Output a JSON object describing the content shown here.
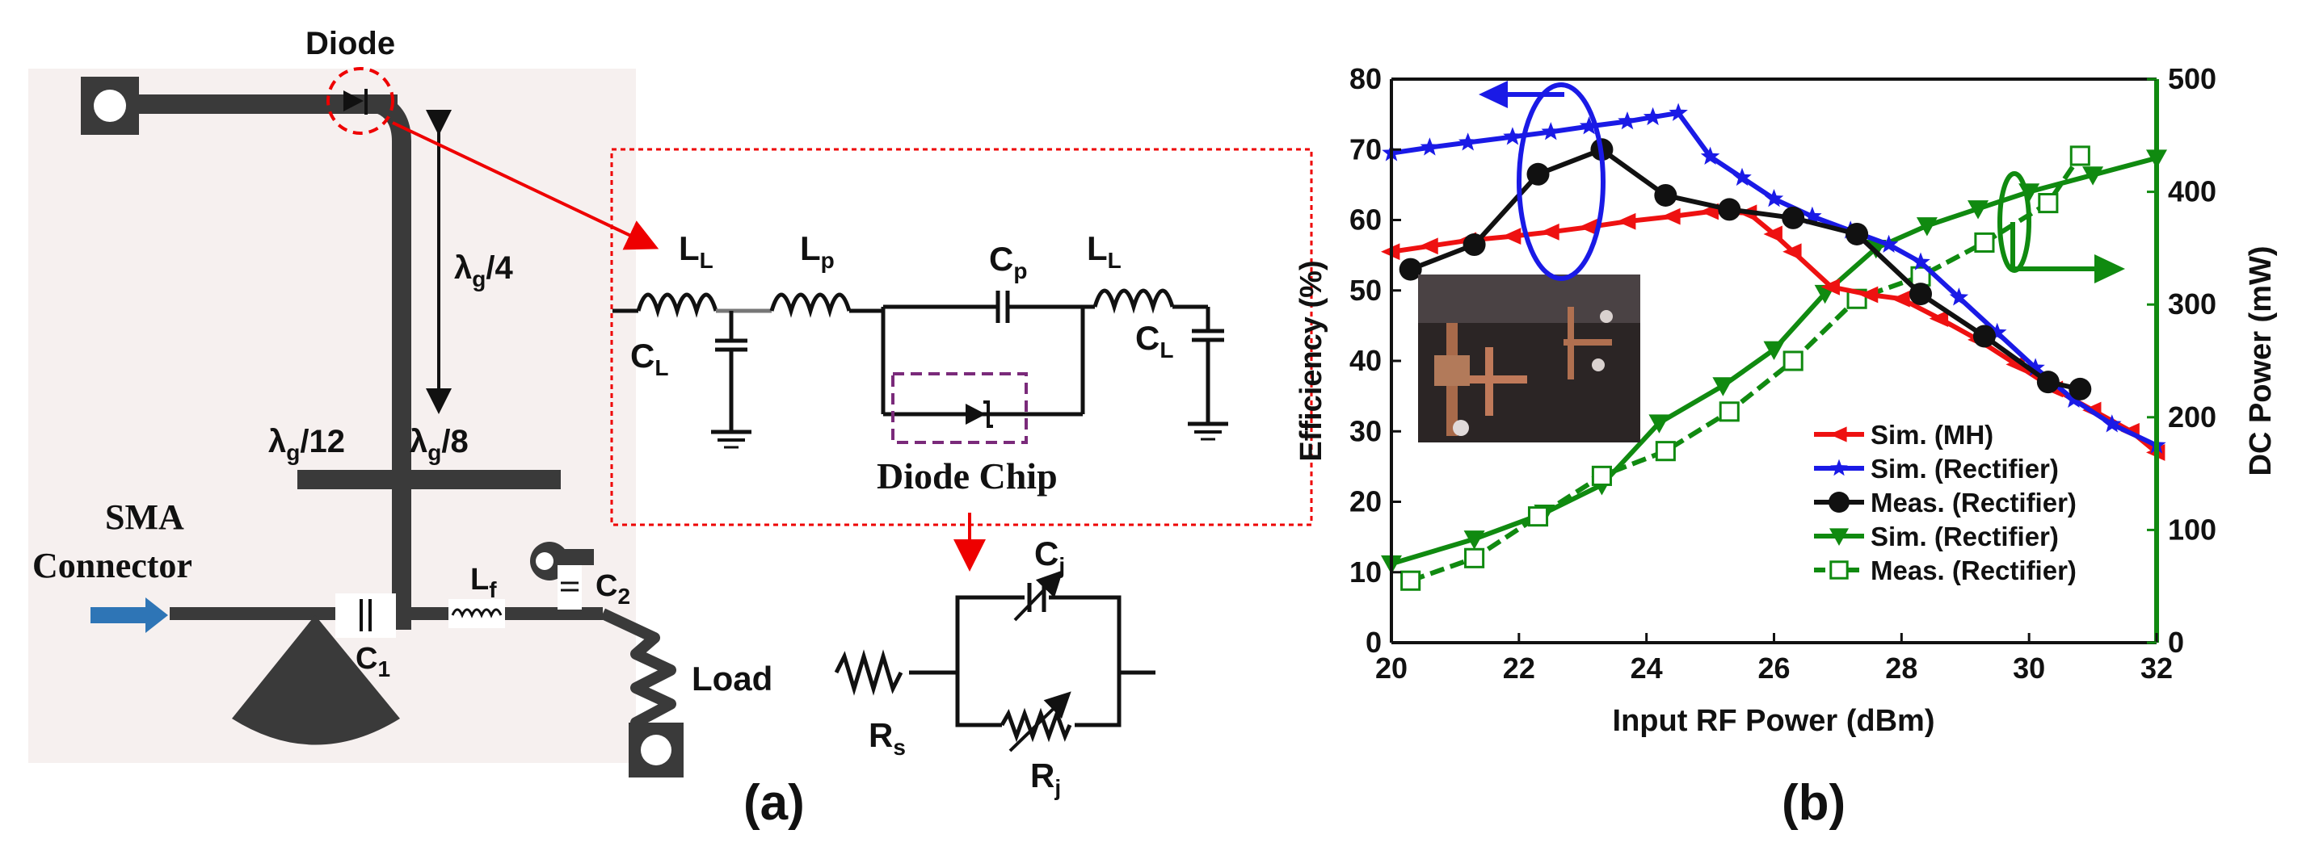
{
  "diagram": {
    "diode_label": "Diode",
    "lambda_4": "λg/4",
    "lambda_12": "λg/12",
    "lambda_8": "λg/8",
    "sma_line1": "SMA",
    "sma_line2": "Connector",
    "c1": "C1",
    "c2": "C2",
    "lf": "Lf",
    "load": "Load",
    "ll_1": "LL",
    "lp": "Lp",
    "cp": "Cp",
    "ll_2": "LL",
    "cl_1": "CL",
    "cl_2": "CL",
    "diode_chip": "Diode Chip",
    "cj": "Cj",
    "rs": "Rs",
    "rj": "Rj",
    "panel_a": "(a)",
    "panel_b": "(b)"
  },
  "chart_data": {
    "type": "line",
    "xlabel": "Input RF Power (dBm)",
    "ylabel_left": "Efficiency (%)",
    "ylabel_right": "DC Power (mW)",
    "xlim": [
      20,
      32
    ],
    "ylim_left": [
      0,
      80
    ],
    "ylim_right": [
      0,
      500
    ],
    "x_ticks": [
      20,
      22,
      24,
      26,
      28,
      30,
      32
    ],
    "y_ticks_left": [
      0,
      10,
      20,
      30,
      40,
      50,
      60,
      70,
      80
    ],
    "y_ticks_right": [
      0,
      100,
      200,
      300,
      400,
      500
    ],
    "legend_position": "bottom-right",
    "series": [
      {
        "name": "Sim. (MH)",
        "axis": "left",
        "color": "#ee1111",
        "marker": "tri-left",
        "x": [
          20,
          20.6,
          21.2,
          21.9,
          22.5,
          23.1,
          23.7,
          24.4,
          25,
          25.6,
          26,
          26.3,
          26.9,
          27.5,
          28,
          28.6,
          29.2,
          29.8,
          30.4,
          31,
          31.6,
          32
        ],
        "y": [
          55.5,
          56.3,
          57.1,
          57.7,
          58.3,
          59,
          59.8,
          60.5,
          61.2,
          61,
          58,
          55.5,
          50.5,
          49.4,
          48.8,
          46,
          43,
          39.5,
          36,
          33,
          30,
          27
        ]
      },
      {
        "name": "Sim. (Rectifier)",
        "axis": "left",
        "color": "#1a1ae6",
        "marker": "star",
        "x": [
          20,
          20.6,
          21.2,
          21.9,
          22.5,
          23.1,
          23.7,
          24.1,
          24.5,
          25,
          25.5,
          26,
          26.6,
          27.2,
          27.8,
          28.3,
          28.9,
          29.5,
          30.1,
          30.7,
          31.3,
          32
        ],
        "y": [
          69.5,
          70.3,
          71,
          71.8,
          72.5,
          73.3,
          74,
          74.6,
          75.2,
          69,
          66,
          63,
          60.5,
          58.5,
          56.5,
          54,
          49,
          44,
          39,
          34.5,
          31,
          28
        ]
      },
      {
        "name": "Meas. (Rectifier)",
        "axis": "left",
        "color": "#111111",
        "marker": "circle",
        "x": [
          20.3,
          21.3,
          22.3,
          23.3,
          24.3,
          25.3,
          26.3,
          27.3,
          28.3,
          29.3,
          30.3,
          30.8
        ],
        "y": [
          53,
          56.5,
          66.5,
          70,
          63.5,
          61.5,
          60.3,
          58,
          49.5,
          43.5,
          37,
          36
        ]
      },
      {
        "name": "Sim. (Rectifier)",
        "axis": "right",
        "color": "#108a10",
        "marker": "tri-down",
        "x": [
          20,
          21.3,
          22.4,
          23.3,
          24.2,
          25.2,
          26,
          26.8,
          27.6,
          28.4,
          29.2,
          30,
          31,
          32
        ],
        "y": [
          70,
          92,
          115,
          140,
          195,
          228,
          260,
          310,
          350,
          370,
          385,
          400,
          415,
          430
        ]
      },
      {
        "name": "Meas. (Rectifier)",
        "axis": "right",
        "color": "#108a10",
        "marker": "square-open",
        "dashed": true,
        "x": [
          20.3,
          21.3,
          22.3,
          23.3,
          24.3,
          25.3,
          26.3,
          27.3,
          28.3,
          29.3,
          30.3,
          30.8
        ],
        "y": [
          55,
          75,
          112,
          148,
          170,
          205,
          250,
          305,
          325,
          355,
          390,
          432
        ]
      }
    ]
  }
}
